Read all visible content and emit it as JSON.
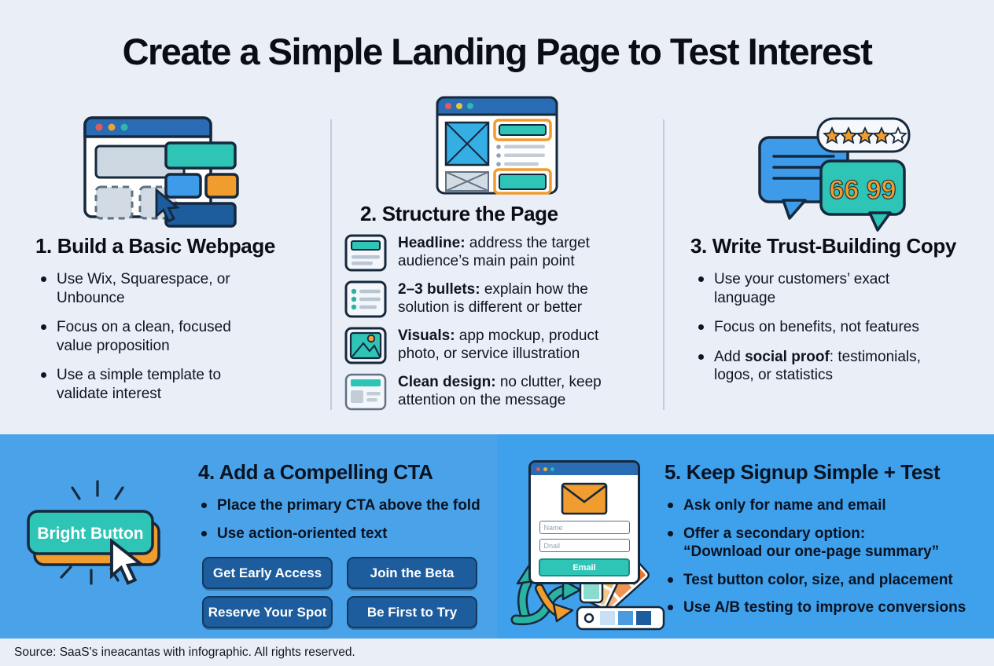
{
  "title": "Create a Simple Landing Page to Test Interest",
  "colors": {
    "top_background": "#e9eef7",
    "panel_left_blue": "#4aa3e9",
    "panel_right_blue": "#3fa0ec",
    "teal_accent": "#2ec4b6",
    "orange_accent": "#f09c2e",
    "blue_accent": "#3d9be9",
    "dark_blue": "#1d5d9e",
    "browser_bar_blue": "#2a6cb3",
    "outline_navy": "#16283c"
  },
  "icons": {
    "s1": "browser-builder-icon",
    "s2": "wireframe-page-icon",
    "s3": "testimonial-bubbles-icon",
    "s3_rating": {
      "stars_filled": 4,
      "stars_total": 5
    },
    "s4": "bright-button-icon",
    "s5": "signup-form-icon",
    "s5_extra": [
      "ab-test-arrows-icon",
      "color-swatch-fan-icon"
    ]
  },
  "sections": {
    "s1": {
      "heading": "1. Build a Basic Webpage",
      "bullets": [
        "Use Wix, Squarespace, or Unbounce",
        "Focus on a clean, focused value proposition",
        "Use a simple template to validate interest"
      ]
    },
    "s2": {
      "heading": "2. Structure the Page",
      "items": [
        {
          "icon": "headline-card-icon",
          "bold": "Headline:",
          "text": " address the target audience’s main pain point"
        },
        {
          "icon": "bullet-list-icon",
          "bold": "2–3 bullets:",
          "text": " explain how the solution is different or better"
        },
        {
          "icon": "image-placeholder-icon",
          "bold": "Visuals:",
          "text": " app mockup, product photo, or service illustration"
        },
        {
          "icon": "clean-layout-icon",
          "bold": "Clean design:",
          "text": " no clutter, keep attention on the message"
        }
      ]
    },
    "s3": {
      "heading": "3. Write Trust-Building Copy",
      "bullets": [
        {
          "pre": "Use your customers’ exact language",
          "bold": "",
          "post": ""
        },
        {
          "pre": "Focus on benefits, not features",
          "bold": "",
          "post": ""
        },
        {
          "pre": "Add ",
          "bold": "social proof",
          "post": ": testimonials, logos, or statistics"
        }
      ]
    },
    "s4": {
      "heading": "4. Add a Compelling CTA",
      "bullets": [
        "Place the primary CTA above the fold",
        "Use action-oriented text"
      ],
      "cta_buttons": [
        "Get Early Access",
        "Join the Beta",
        "Reserve Your Spot",
        "Be First to Try"
      ],
      "illustration": {
        "button_label": "Bright Button",
        "quote_glyphs": "66 99"
      }
    },
    "s5": {
      "heading": "5. Keep Signup Simple + Test",
      "bullets": [
        "Ask only for name and email",
        {
          "line1": "Offer a secondary option:",
          "line2": "“Download our one-page summary”"
        },
        "Test button color, size, and placement",
        "Use A/B testing to improve conversions"
      ],
      "form": {
        "name_placeholder": "Name",
        "email_placeholder": "Dnail",
        "submit_label": "Email"
      }
    }
  },
  "footer": {
    "source": "Source: SaaS's ineacantas with infographic. All rights reserved."
  }
}
